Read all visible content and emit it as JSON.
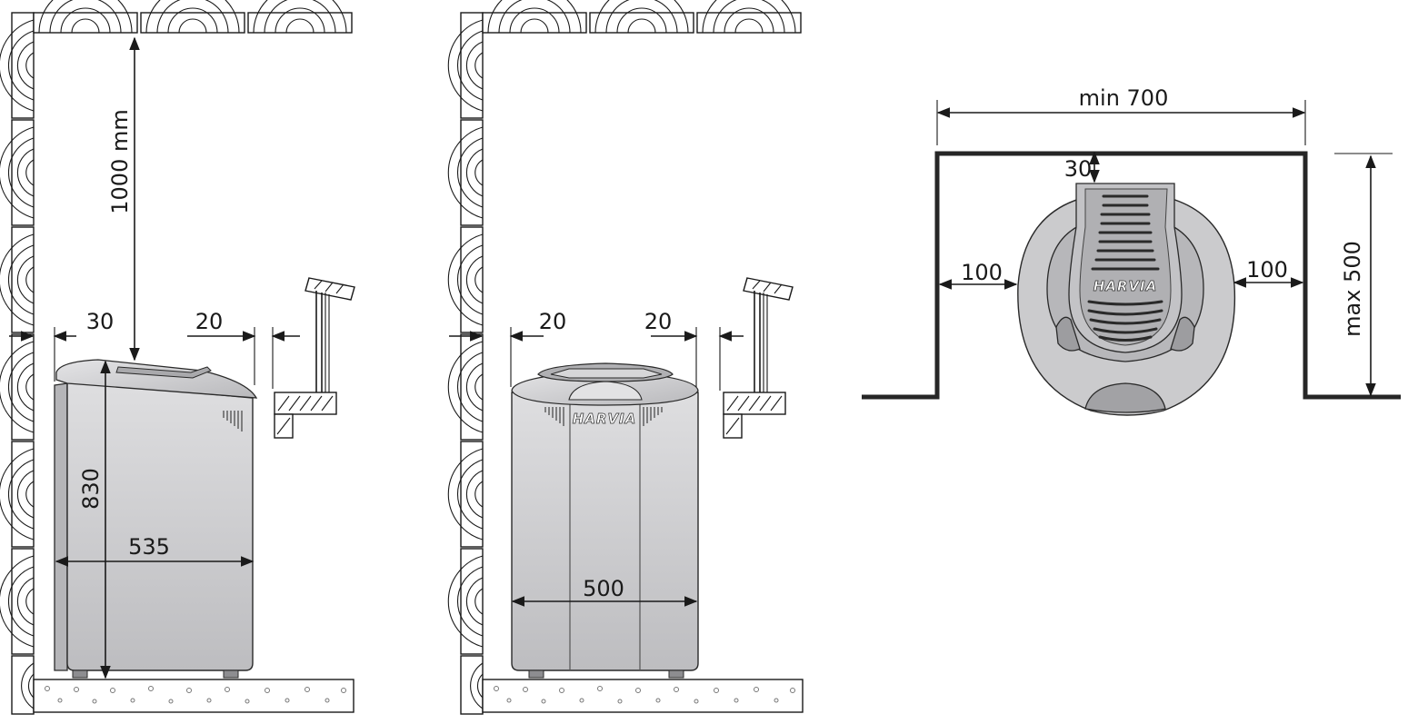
{
  "side_view": {
    "dim_ceiling": "1000 mm",
    "dim_wall_gap": "30",
    "dim_rail_gap": "20",
    "dim_height": "830",
    "dim_depth": "535"
  },
  "front_view": {
    "dim_wall_gap": "20",
    "dim_rail_gap": "20",
    "dim_width": "500",
    "brand_logo": "HARVIA"
  },
  "top_view": {
    "dim_min_width": "min 700",
    "dim_back_gap": "30",
    "dim_left_gap": "100",
    "dim_right_gap": "100",
    "dim_max_depth": "max 500",
    "brand_logo": "HARVIA"
  },
  "colors": {
    "heater_fill": "#c9c9cb",
    "line": "#1a1a1a",
    "niche_outline": "#262626"
  }
}
